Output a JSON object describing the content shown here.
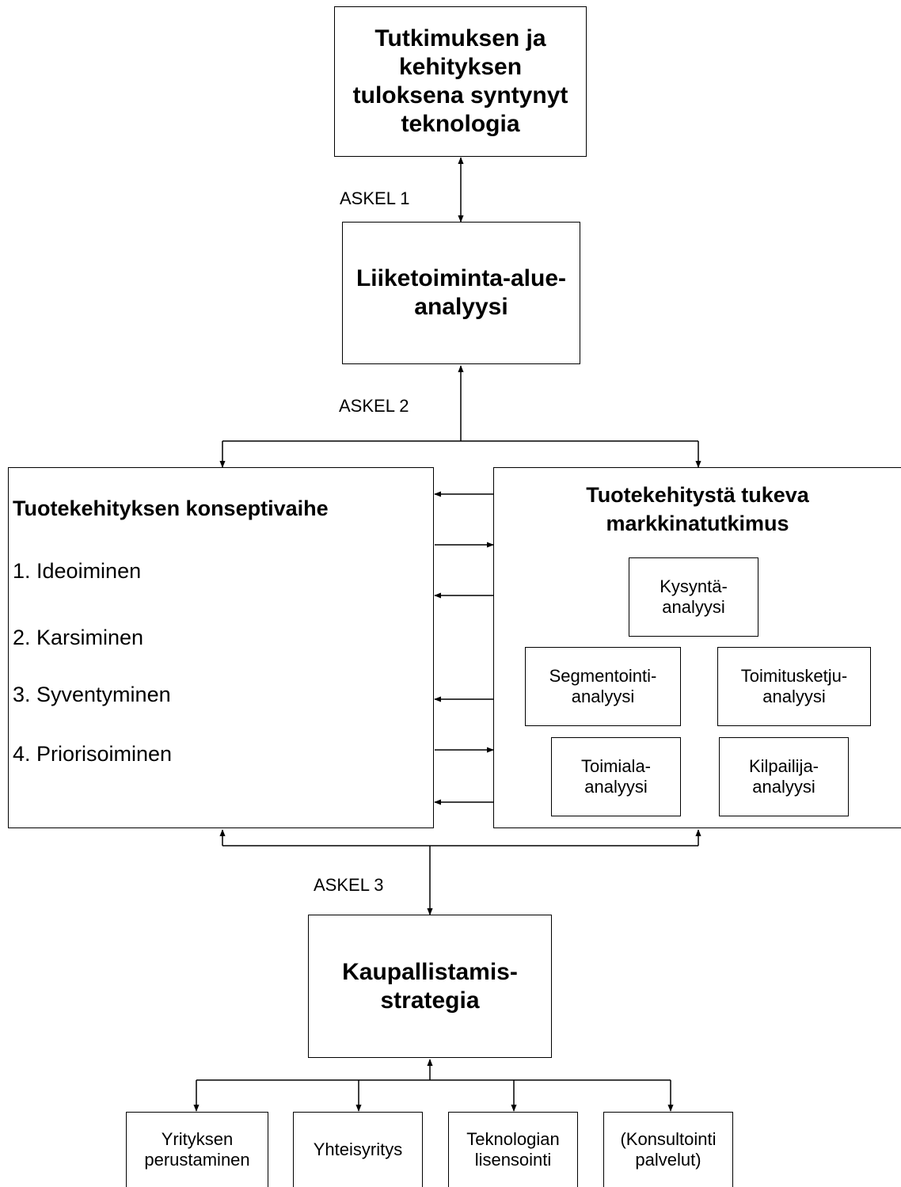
{
  "nodes": {
    "technology": "Tutkimuksen ja kehityksen tuloksena syntynyt teknologia",
    "business_area": "Liiketoiminta-alue-analyysi",
    "concept_phase": {
      "title": "Tuotekehityksen konseptivaihe",
      "steps": [
        "1. Ideoiminen",
        "2. Karsiminen",
        "3. Syventyminen",
        "4. Priorisoiminen"
      ]
    },
    "market_research": {
      "title": "Tuotekehitystä tukeva markkinatutkimus",
      "analyses": [
        "Kysyntä-analyysi",
        "Segmentointi-analyysi",
        "Toimitusketju-analyysi",
        "Toimiala-analyysi",
        "Kilpailija-analyysi"
      ]
    },
    "commercialization": "Kaupallistamis-strategia",
    "options": [
      "Yrityksen perustaminen",
      "Yhteisyritys",
      "Teknologian lisensointi",
      "(Konsultointi palvelut)"
    ]
  },
  "steps": [
    "ASKEL 1",
    "ASKEL 2",
    "ASKEL 3"
  ]
}
